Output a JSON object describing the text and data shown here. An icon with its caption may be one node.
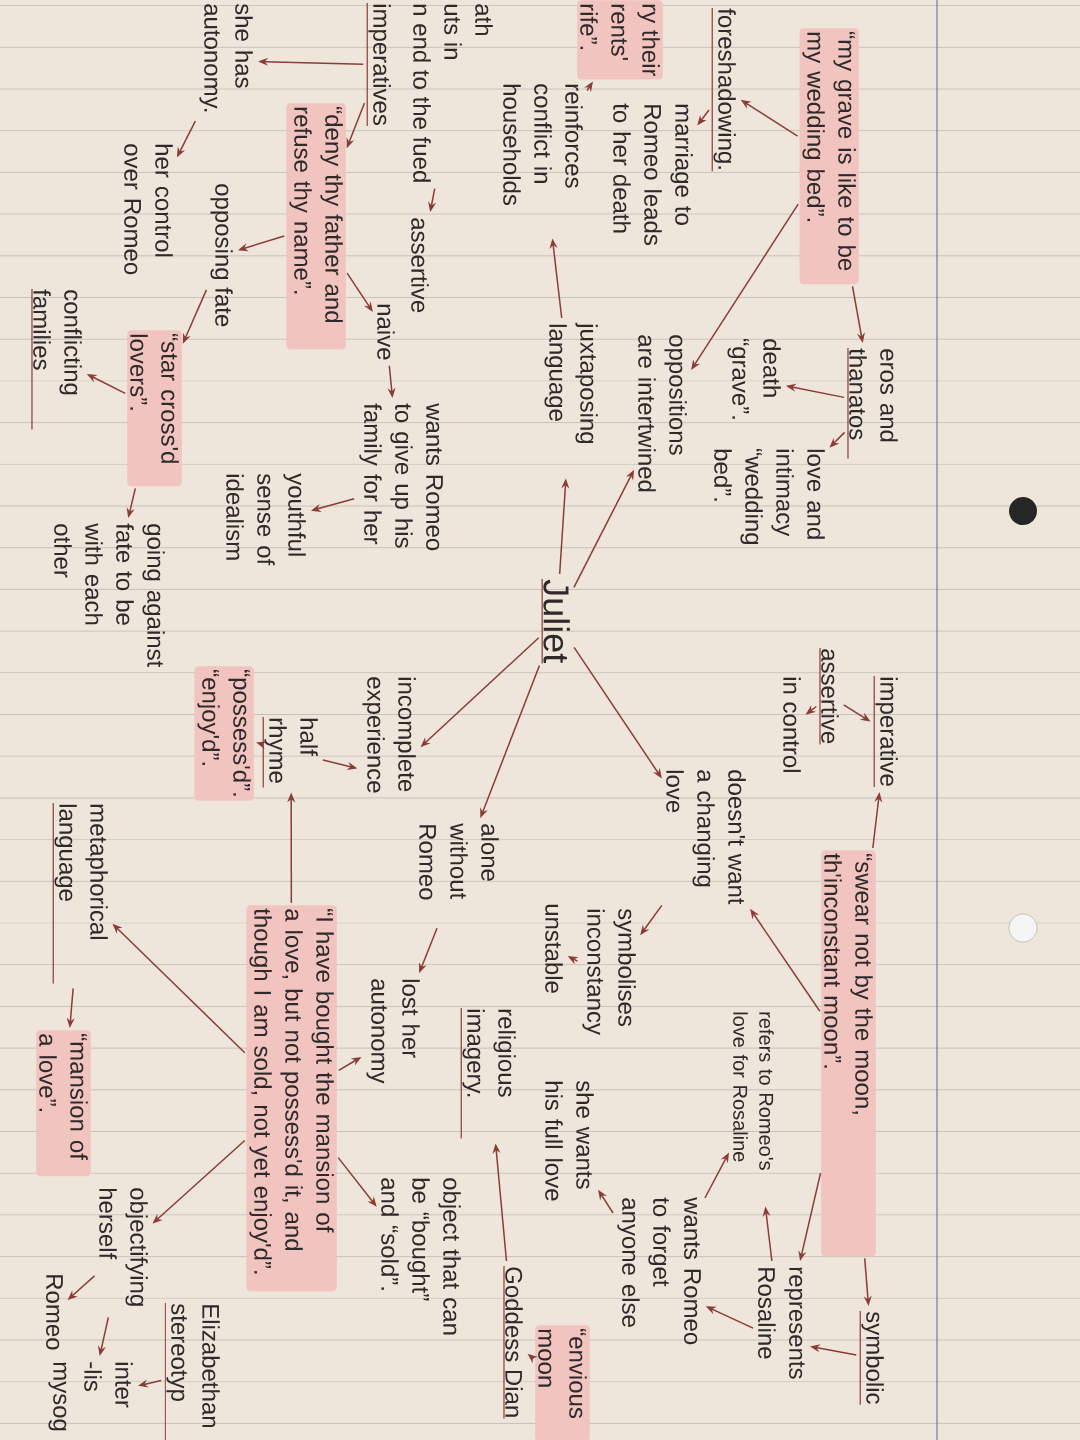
{
  "diagram": {
    "nodes": [
      {
        "text": [
          "“my grave is like to be my wedding bed”."
        ]
      },
      {
        "text": [
          "eros and thanatos"
        ]
      },
      {
        "text": [
          "death",
          "“grave”."
        ]
      },
      {
        "text": [
          "love and intimacy",
          "“wedding bed”."
        ]
      },
      {
        "text": [
          "foreshadowing."
        ]
      },
      {
        "text": [
          "marriage to Romeo leads to her death"
        ]
      },
      {
        "text": [
          "oppositions are intertwined"
        ]
      },
      {
        "text": [
          "ry their",
          "rents'",
          "rife”."
        ]
      },
      {
        "text": [
          "reinforces conflict in households"
        ]
      },
      {
        "text": [
          "juxtaposing language"
        ]
      },
      {
        "text": [
          "ath",
          "uts in",
          "n end to the fued"
        ]
      },
      {
        "text": [
          "assertive"
        ]
      },
      {
        "text": [
          "imperatives"
        ]
      },
      {
        "text": [
          "naive"
        ]
      },
      {
        "text": [
          "wants Romeo to give up his family for her"
        ]
      },
      {
        "text": [
          "“deny thy father and refuse thy name”."
        ]
      },
      {
        "text": [
          "she has autonomy."
        ]
      },
      {
        "text": [
          "opposing fate"
        ]
      },
      {
        "text": [
          "youthful sense of idealism"
        ]
      },
      {
        "text": [
          "her control over Romeo"
        ]
      },
      {
        "text": [
          "“star cross'd lovers”."
        ]
      },
      {
        "text": [
          "conflicting families"
        ]
      },
      {
        "text": [
          "going against fate to be with each other"
        ]
      },
      {
        "text": [
          "Juliet"
        ]
      },
      {
        "text": [
          "imperative"
        ]
      },
      {
        "text": [
          "assertive"
        ]
      },
      {
        "text": [
          "“swear not by the moon, th'inconstant moon”."
        ]
      },
      {
        "text": [
          "symbolic"
        ]
      },
      {
        "text": [
          "in control"
        ]
      },
      {
        "text": [
          "doesn't want a changing love"
        ]
      },
      {
        "text": [
          "represents Rosaline"
        ]
      },
      {
        "text": [
          "refers to Romeo's love for Rosaline"
        ]
      },
      {
        "text": [
          "wants Romeo to forget anyone else"
        ]
      },
      {
        "text": [
          "symbolises inconstancy"
        ]
      },
      {
        "text": [
          "unstable"
        ]
      },
      {
        "text": [
          "she wants his full love"
        ]
      },
      {
        "text": [
          "“envious moon"
        ]
      },
      {
        "text": [
          "Goddess Dian"
        ]
      },
      {
        "text": [
          "religious imagery."
        ]
      },
      {
        "text": [
          "object that can be “bought” and “sold”."
        ]
      },
      {
        "text": [
          "alone without Romeo"
        ]
      },
      {
        "text": [
          "incomplete experience"
        ]
      },
      {
        "text": [
          "lost her autonomy"
        ]
      },
      {
        "text": [
          "half rhyme"
        ]
      },
      {
        "text": [
          "“possess'd”.",
          "“enjoy'd”."
        ]
      },
      {
        "text": [
          "“I have bought the mansion of a love, but not possess'd it, and though I am sold, not yet enjoy'd”."
        ]
      },
      {
        "text": [
          "Elizabethan stereotyp"
        ]
      },
      {
        "text": [
          "objectifying herself"
        ]
      },
      {
        "text": [
          "inter",
          "-lis",
          "mysog"
        ]
      },
      {
        "text": [
          "metaphorical language"
        ]
      },
      {
        "text": [
          "“mansion of a love”."
        ]
      },
      {
        "text": [
          "Romeo"
        ]
      }
    ],
    "edges": [
      {
        "from": 0,
        "to": 1,
        "arrow": "to"
      },
      {
        "from": 0,
        "to": 4,
        "arrow": "to"
      },
      {
        "from": 0,
        "to": 6,
        "arrow": "to"
      },
      {
        "from": 1,
        "to": 2,
        "arrow": "to"
      },
      {
        "from": 1,
        "to": 3,
        "arrow": "to"
      },
      {
        "from": 4,
        "to": 5,
        "arrow": "to"
      },
      {
        "from": 9,
        "to": 8,
        "arrow": "to"
      },
      {
        "from": 8,
        "to": 7,
        "arrow": "to"
      },
      {
        "from": 10,
        "to": 11,
        "arrow": "to"
      },
      {
        "from": 12,
        "to": 15,
        "arrow": "to"
      },
      {
        "from": 12,
        "to": 16,
        "arrow": "to"
      },
      {
        "from": 15,
        "to": 13,
        "arrow": "to"
      },
      {
        "from": 13,
        "to": 14,
        "arrow": "to"
      },
      {
        "from": 14,
        "to": 18,
        "arrow": "to"
      },
      {
        "from": 15,
        "to": 17,
        "arrow": "to"
      },
      {
        "from": 17,
        "to": 20,
        "arrow": "to"
      },
      {
        "from": 16,
        "to": 19,
        "arrow": "to"
      },
      {
        "from": 20,
        "to": 21,
        "arrow": "to"
      },
      {
        "from": 20,
        "to": 22,
        "arrow": "to"
      },
      {
        "from": 23,
        "to": 6,
        "arrow": "to"
      },
      {
        "from": 23,
        "to": 9,
        "arrow": "to"
      },
      {
        "from": 23,
        "to": 29,
        "arrow": "to"
      },
      {
        "from": 23,
        "to": 41,
        "arrow": "to"
      },
      {
        "from": 23,
        "to": 40,
        "arrow": "to"
      },
      {
        "from": 25,
        "to": 24,
        "arrow": "to"
      },
      {
        "from": 26,
        "to": 24,
        "arrow": "to"
      },
      {
        "from": 26,
        "to": 27,
        "arrow": "to"
      },
      {
        "from": 26,
        "to": 30,
        "arrow": "to"
      },
      {
        "from": 27,
        "to": 30,
        "arrow": "to"
      },
      {
        "from": 25,
        "to": 28,
        "arrow": "to"
      },
      {
        "from": 26,
        "to": 29,
        "arrow": "to"
      },
      {
        "from": 29,
        "to": 33,
        "arrow": "to"
      },
      {
        "from": 33,
        "to": 34,
        "arrow": "to"
      },
      {
        "from": 30,
        "to": 31,
        "arrow": "to"
      },
      {
        "from": 32,
        "to": 31,
        "arrow": "to"
      },
      {
        "from": 30,
        "to": 32,
        "arrow": "to"
      },
      {
        "from": 32,
        "to": 35,
        "arrow": "to"
      },
      {
        "from": 36,
        "to": 37,
        "arrow": "to"
      },
      {
        "from": 37,
        "to": 38,
        "arrow": "to"
      },
      {
        "from": 40,
        "to": 42,
        "arrow": "to"
      },
      {
        "from": 43,
        "to": 41,
        "arrow": "to"
      },
      {
        "from": 43,
        "to": 44,
        "arrow": "to"
      },
      {
        "from": 45,
        "to": 43,
        "arrow": "to"
      },
      {
        "from": 45,
        "to": 42,
        "arrow": "to"
      },
      {
        "from": 45,
        "to": 39,
        "arrow": "to"
      },
      {
        "from": 45,
        "to": 47,
        "arrow": "to"
      },
      {
        "from": 45,
        "to": 49,
        "arrow": "to"
      },
      {
        "from": 47,
        "to": 48,
        "arrow": "to"
      },
      {
        "from": 46,
        "to": 48,
        "arrow": "to"
      },
      {
        "from": 47,
        "to": 51,
        "arrow": "to"
      },
      {
        "from": 49,
        "to": 50,
        "arrow": "to"
      }
    ]
  }
}
